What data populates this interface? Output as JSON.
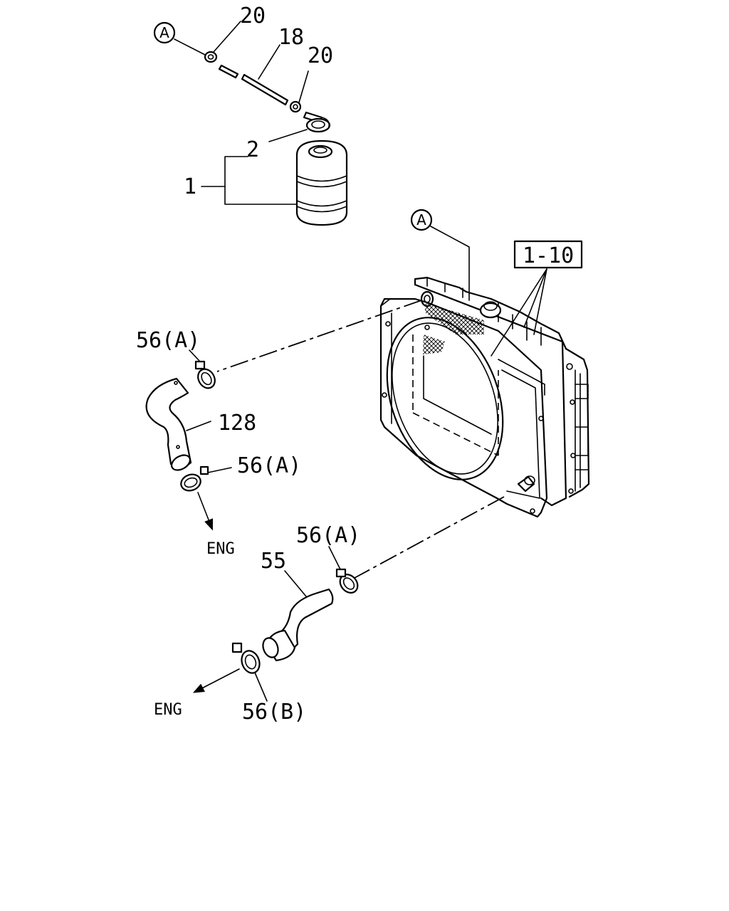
{
  "labels": {
    "ref_a_top": "A",
    "ref_a_radiator": "A",
    "part_20_upper": "20",
    "part_18": "18",
    "part_20_lower": "20",
    "part_2": "2",
    "part_1": "1",
    "part_1_10": "1-10",
    "part_56a_upper": "56(A)",
    "part_128": "128",
    "part_56a_middle": "56(A)",
    "eng_upper": "ENG",
    "part_56a_lower": "56(A)",
    "part_55": "55",
    "part_56b": "56(B)",
    "eng_lower": "ENG"
  }
}
